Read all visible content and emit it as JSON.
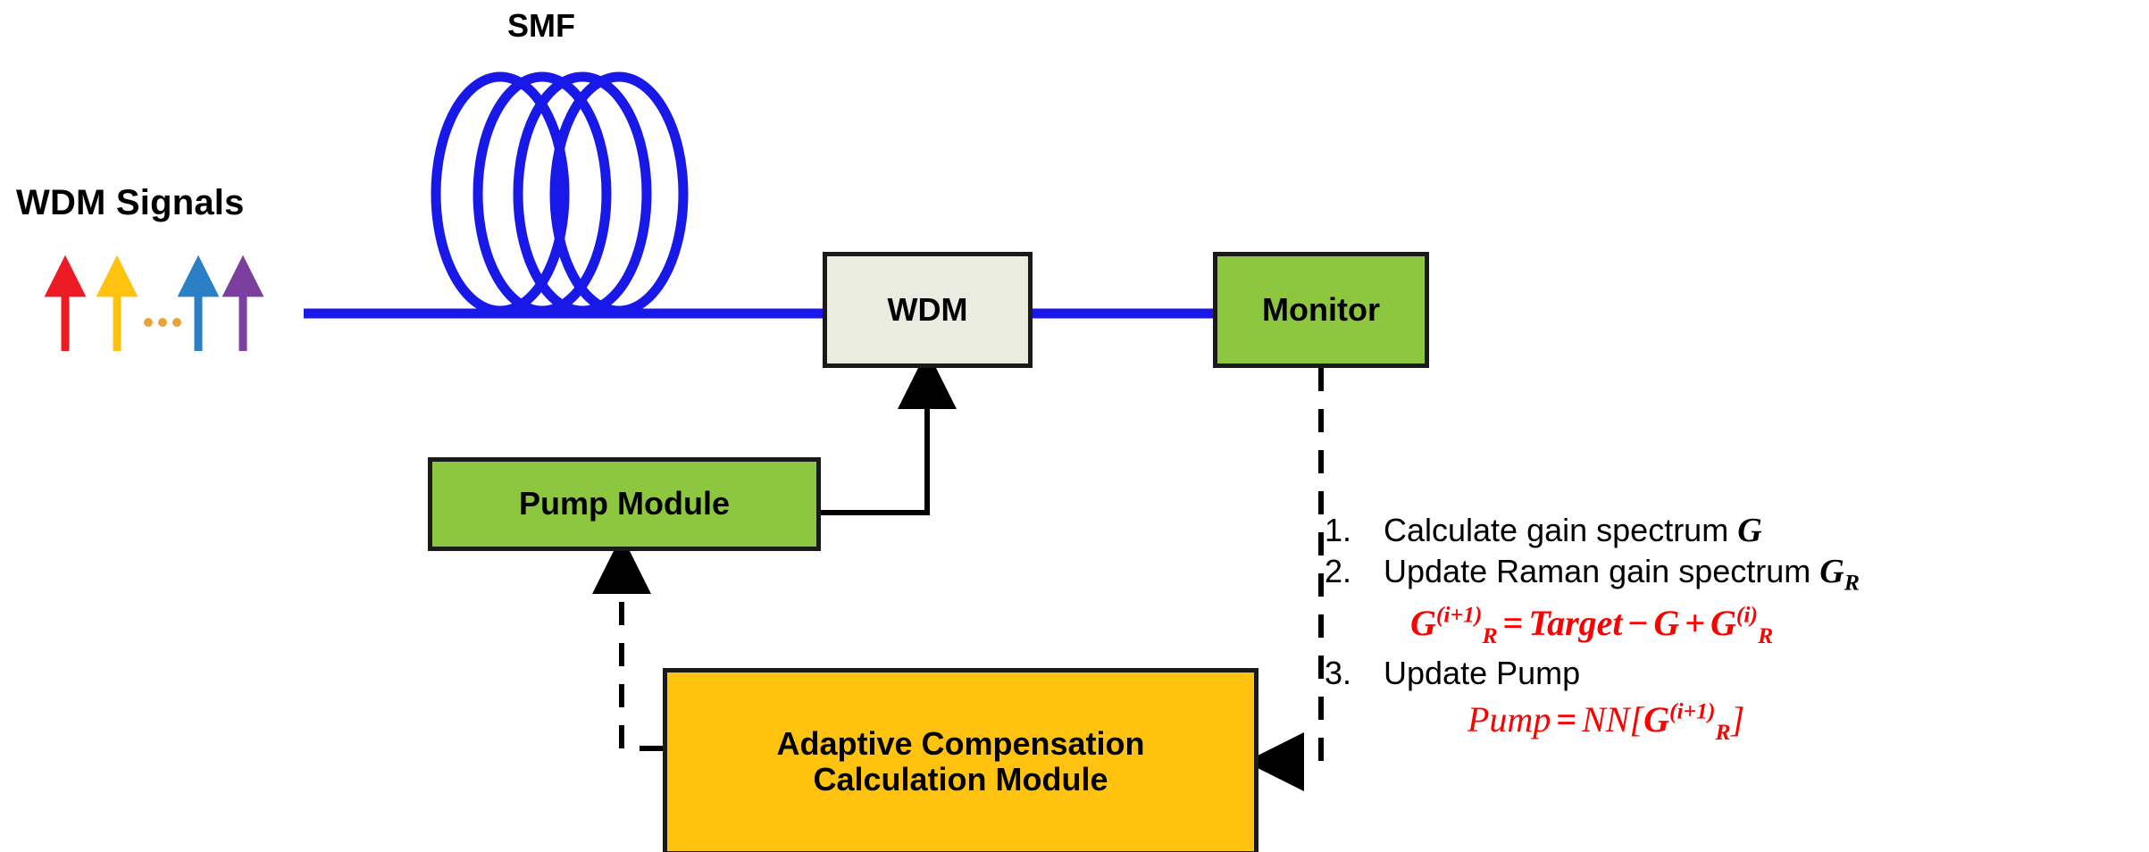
{
  "diagram": {
    "title_labels": {
      "wdm_signals": "WDM Signals",
      "smf": "SMF"
    },
    "boxes": [
      {
        "name": "wdm",
        "label": "WDM",
        "fill": "#e9ecdf",
        "stroke": "#1a1a1a"
      },
      {
        "name": "monitor",
        "label": "Monitor",
        "fill": "#8dc63f",
        "stroke": "#1a1a1a"
      },
      {
        "name": "pump_module",
        "label": "Pump Module",
        "fill": "#8dc63f",
        "stroke": "#1a1a1a"
      },
      {
        "name": "adaptive_compensation",
        "label_line1": "Adaptive Compensation",
        "label_line2": "Calculation Module",
        "fill": "#ffc20e",
        "stroke": "#1a1a1a"
      }
    ],
    "signal_arrows": [
      {
        "name": "signal-arrow-red",
        "color": "#ed1c24"
      },
      {
        "name": "signal-arrow-yellow",
        "color": "#ffc20e"
      },
      {
        "name": "signal-ellipsis",
        "color": "#e8a33d",
        "glyph": "..."
      },
      {
        "name": "signal-arrow-blue",
        "color": "#2b7fc4"
      },
      {
        "name": "signal-arrow-purple",
        "color": "#7b3fa0"
      }
    ],
    "fiber": {
      "name": "smf-coil",
      "color": "#1818e8",
      "loops": 4
    },
    "steps": [
      {
        "num": "1.",
        "text": "Calculate gain spectrum ",
        "symbol": "G",
        "symbol_sub": ""
      },
      {
        "num": "2.",
        "text": "Update Raman gain spectrum ",
        "symbol": "G",
        "symbol_sub": "R"
      },
      {
        "num": "3.",
        "text": "Update Pump",
        "symbol": "",
        "symbol_sub": ""
      }
    ],
    "equations": [
      {
        "name": "raman-gain-update-equation",
        "color": "#ff0000",
        "latex_text": "G_R^(i+1) = Target - G + G_R^(i)",
        "parts": {
          "lhs_base": "G",
          "lhs_sub": "R",
          "lhs_sup": "(i+1)",
          "eq": "=",
          "target": "Target",
          "minus": "−",
          "g": "G",
          "plus": "+",
          "rhs_base": "G",
          "rhs_sub": "R",
          "rhs_sup": "(i)"
        }
      },
      {
        "name": "pump-update-equation",
        "color": "#ff0000",
        "latex_text": "Pump = NN[G_R^(i+1)]",
        "parts": {
          "pump": "Pump",
          "eq": "=",
          "nn": "NN",
          "bracket_open": "[",
          "base": "G",
          "sub": "R",
          "sup": "(i+1)",
          "bracket_close": "]"
        }
      }
    ],
    "connections": [
      {
        "name": "signal-to-wdm-fiber",
        "style": "solid",
        "color": "#1818e8"
      },
      {
        "name": "wdm-to-monitor-fiber",
        "style": "solid",
        "color": "#1818e8"
      },
      {
        "name": "pump-to-wdm-link",
        "style": "solid",
        "color": "#000000",
        "arrow": true
      },
      {
        "name": "monitor-to-acc-link",
        "style": "dashed",
        "color": "#000000",
        "arrow": true
      },
      {
        "name": "acc-to-pump-link",
        "style": "dashed",
        "color": "#000000",
        "arrow": true
      }
    ]
  }
}
